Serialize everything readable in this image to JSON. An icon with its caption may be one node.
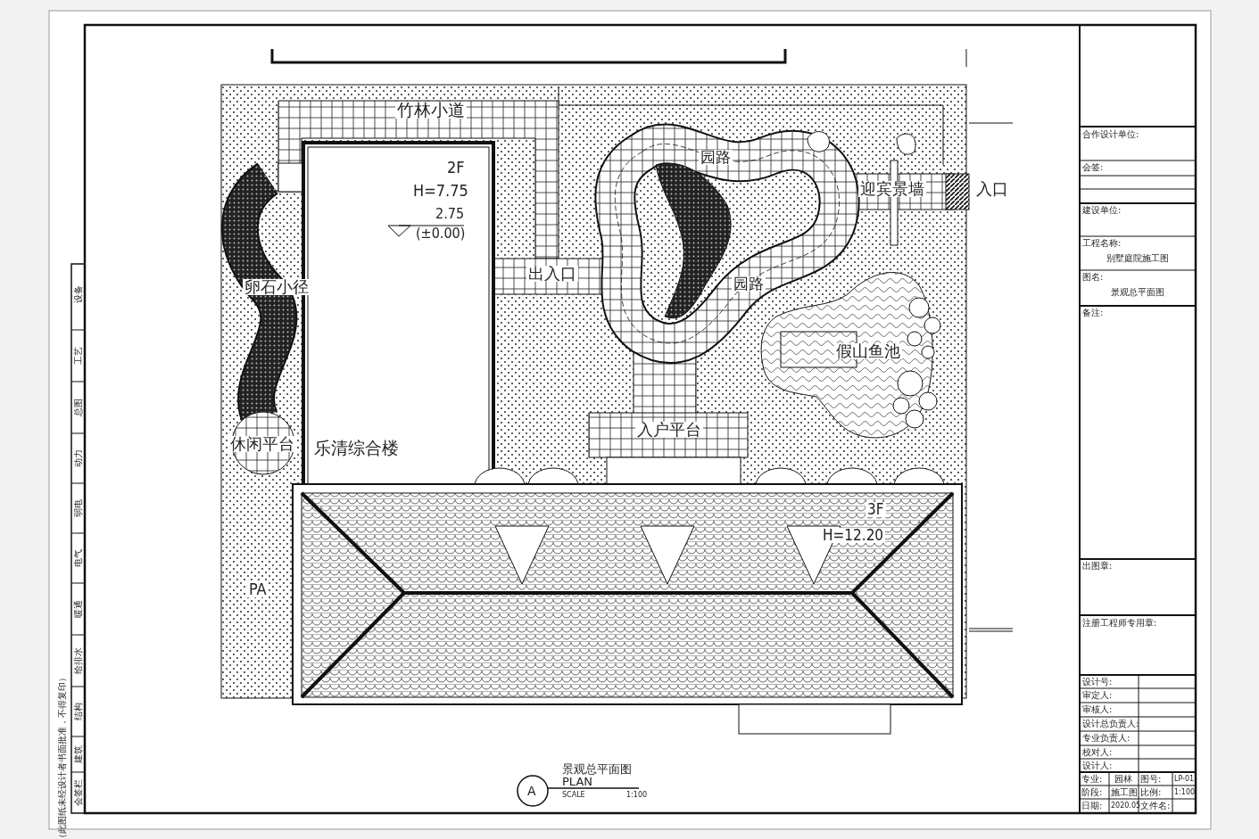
{
  "diagram": {
    "title": "景观总平面图",
    "labels": [
      "竹林小道",
      "2F",
      "H=7.75",
      "2.75",
      "(±0.00)",
      "园路",
      "迎宾景墙",
      "入口",
      "卵石小径",
      "出入口",
      "园路",
      "假山鱼池",
      "入户平台",
      "休闲平台",
      "乐清综合楼",
      "3F",
      "H=12.20",
      "PA",
      "PLAN",
      "SCALE",
      "1:100",
      "A",
      "合作设计单位:",
      "会签:",
      "建设单位:",
      "工程名称:",
      "别墅庭院施工图",
      "图名:",
      "景观总平面图",
      "备注:",
      "出图章:",
      "注册工程师专用章:",
      "设计号:",
      "审定人:",
      "审核人:",
      "设计总负责人:",
      "专业负责人:",
      "校对人:",
      "设计人:",
      "专业:",
      "园林",
      "图号:",
      "LP-01",
      "阶段:",
      "施工图",
      "比例:",
      "1:100",
      "日期:",
      "2020.05",
      "文件名:",
      "设备",
      "工艺",
      "总图",
      "动力",
      "弱电",
      "电气",
      "暖通",
      "给排水",
      "结构",
      "建筑",
      "会签栏",
      "（此图纸未经设计者书面批准，不得复印）"
    ]
  }
}
